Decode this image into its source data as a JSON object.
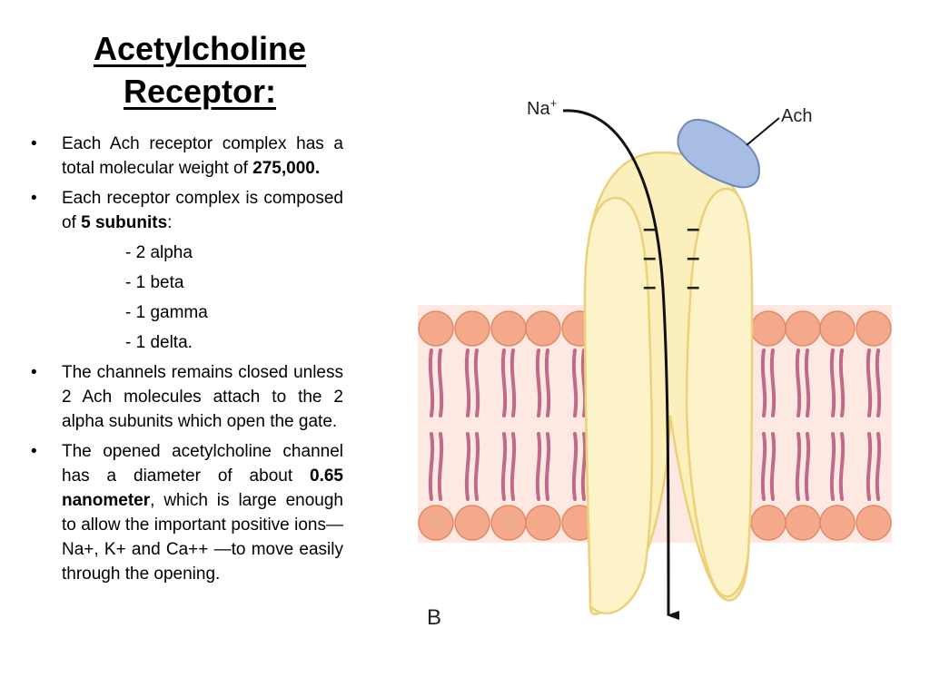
{
  "title": {
    "line1": "Acetylcholine",
    "line2": "Receptor:"
  },
  "bullets": [
    {
      "pre": "Each Ach receptor complex has a total molecular weight of ",
      "bold": "275,000.",
      "post": ""
    },
    {
      "pre": "Each receptor complex is composed of ",
      "bold": "5 subunits",
      "post": ":"
    },
    {
      "pre": "The channels remains closed unless 2 Ach molecules attach to the 2 alpha subunits which open the gate.",
      "bold": "",
      "post": ""
    },
    {
      "pre": "The opened acetylcholine channel has a diameter of about ",
      "bold": "0.65 nanometer",
      "post": ", which is large enough to allow the important positive ions— Na+, K+ and Ca++ —to move easily through the opening."
    }
  ],
  "subunits": [
    "- 2 alpha",
    "- 1 beta",
    "- 1 gamma",
    "- 1 delta."
  ],
  "bullet_char": "•",
  "figure": {
    "ion_label": "Na",
    "ion_charge": "+",
    "ligand_label": "Ach",
    "panel_letter": "B",
    "charge_sign": "–"
  },
  "colors": {
    "membrane_bg": "#fde9e1",
    "lipid_head": "#f4a98b",
    "lipid_tail": "#c06a89",
    "channel_fill": "#fbf0bb",
    "channel_stroke": "#ecd07a",
    "ligand_fill": "#a8bde3",
    "ligand_stroke": "#6f88b8"
  }
}
